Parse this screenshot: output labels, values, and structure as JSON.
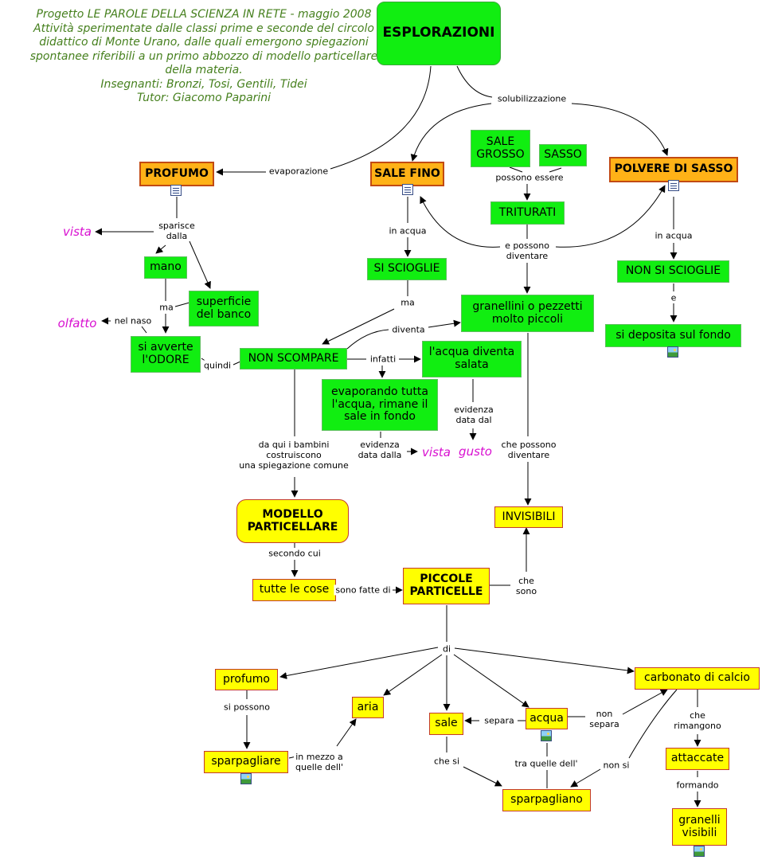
{
  "header": {
    "lines": [
      "Progetto LE PAROLE DELLA SCIENZA IN RETE - maggio 2008",
      "Attività sperimentate dalle classi prime e seconde del circolo",
      "didattico di Monte  Urano, dalle quali emergono spiegazioni",
      "spontanee riferibili a un primo abbozzo di modello particellare",
      "della materia.",
      "Insegnanti: Bronzi, Tosi, Gentili, Tidei",
      "Tutor: Giacomo Paparini"
    ]
  },
  "nodes": {
    "esplorazioni": "ESPLORAZIONI",
    "profumo_top": "PROFUMO",
    "sale_fino": "SALE FINO",
    "polvere": "POLVERE DI SASSO",
    "sale_grosso": "SALE\nGROSSO",
    "sasso": "SASSO",
    "triturati": "TRITURATI",
    "mano": "mano",
    "superficie": "superficie\ndel banco",
    "si_avverte": "si avverte\nl'ODORE",
    "si_scioglie": "SI SCIOGLIE",
    "granellini": "granellini o pezzetti\nmolto piccoli",
    "non_si_scioglie": "NON SI SCIOGLIE",
    "si_deposita": "si deposita sul fondo",
    "non_scompare": "NON SCOMPARE",
    "acqua_salata": "l'acqua diventa\nsalata",
    "evaporando": "evaporando tutta\nl'acqua, rimane il\nsale in fondo",
    "modello": "MODELLO\nPARTICELLARE",
    "invisibili": "INVISIBILI",
    "tutte_le_cose": "tutte le cose",
    "piccole": "PICCOLE\nPARTICELLE",
    "profumo_low": "profumo",
    "aria": "aria",
    "sale_low": "sale",
    "acqua_low": "acqua",
    "carbonato": "carbonato di calcio",
    "sparpagliare": "sparpagliare",
    "sparpagliano": "sparpagliano",
    "attaccate": "attaccate",
    "granelli_visibili": "granelli\nvisibili"
  },
  "labels": {
    "solubilizzazione": "solubilizzazione",
    "evaporazione": "evaporazione",
    "possono_essere": "possono essere",
    "e_possono": "e possono\ndiventare",
    "sparisce": "sparisce\ndalla",
    "in_acqua_1": "in acqua",
    "in_acqua_2": "in acqua",
    "ma_1": "ma",
    "ma_2": "ma",
    "nel_naso": "nel naso",
    "quindi": "quindi",
    "diventa": "diventa",
    "e": "e",
    "infatti": "infatti",
    "evidenza_dal": "evidenza\ndata dal",
    "evidenza_dalla": "evidenza\ndata dalla",
    "da_qui": "da qui i bambini\ncostruiscono\nuna spiegazione comune",
    "che_possono": "che possono\ndiventare",
    "secondo_cui": "secondo cui",
    "sono_fatte": "sono fatte di",
    "che_sono": "che\nsono",
    "di": "di",
    "si_possono": "si possono",
    "in_mezzo": "in mezzo a\nquelle dell'",
    "separa": "separa",
    "non_separa": "non\nsepara",
    "che_si": "che si",
    "tra_quelle": "tra quelle dell'",
    "non_si": "non si",
    "che_rimangono": "che\nrimangono",
    "formando": "formando"
  },
  "senses": {
    "vista_1": "vista",
    "olfatto": "olfatto",
    "vista_2": "vista",
    "gusto": "gusto"
  },
  "icons": {
    "doc": "document-icon",
    "img": "image-icon"
  },
  "colors": {
    "green_node": "#11ee11",
    "orange_node": "#ffb217",
    "yellow_node": "#ffff00",
    "header_text": "#46801e",
    "sense_text": "#d80fd0"
  }
}
